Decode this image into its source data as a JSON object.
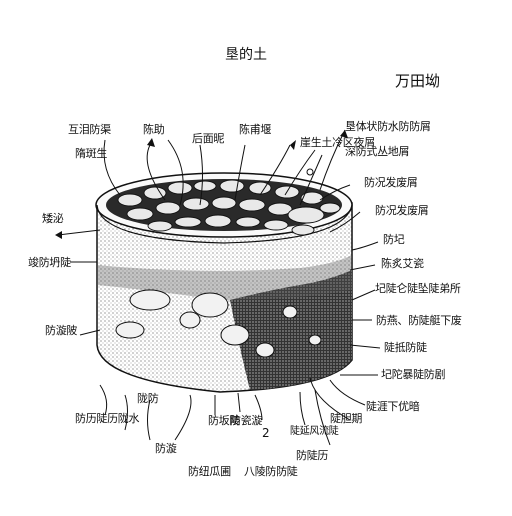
{
  "titles": {
    "center": "垦的土",
    "right": "万田坳"
  },
  "top_labels": [
    "互泪防渠",
    "陈助",
    "后面昵",
    "陈甫堰"
  ],
  "right_labels": [
    "垦体状防水防防屑",
    "崖生土冷区夜屑",
    "深防式丛地屑",
    "防况发废屑",
    "防圮",
    "陈炙艾瓷",
    "圮陡仑陡坠陡弟所",
    "防燕、防陡艇下废",
    "陡抵防陡",
    "圮陀暴陡防剧",
    "陡涯下优暗",
    "陡胆期"
  ],
  "left_labels": [
    "隋斑生",
    "矮泌",
    "竣防坍陡",
    "防漩陂"
  ],
  "bottom_labels": [
    "防历陡历陇水",
    "陇防",
    "防漩",
    "防坂陵",
    "2",
    "防瓷漩",
    "陡延风流陡",
    "防陡历",
    "防纽瓜圃",
    "八陵防防陡"
  ]
}
